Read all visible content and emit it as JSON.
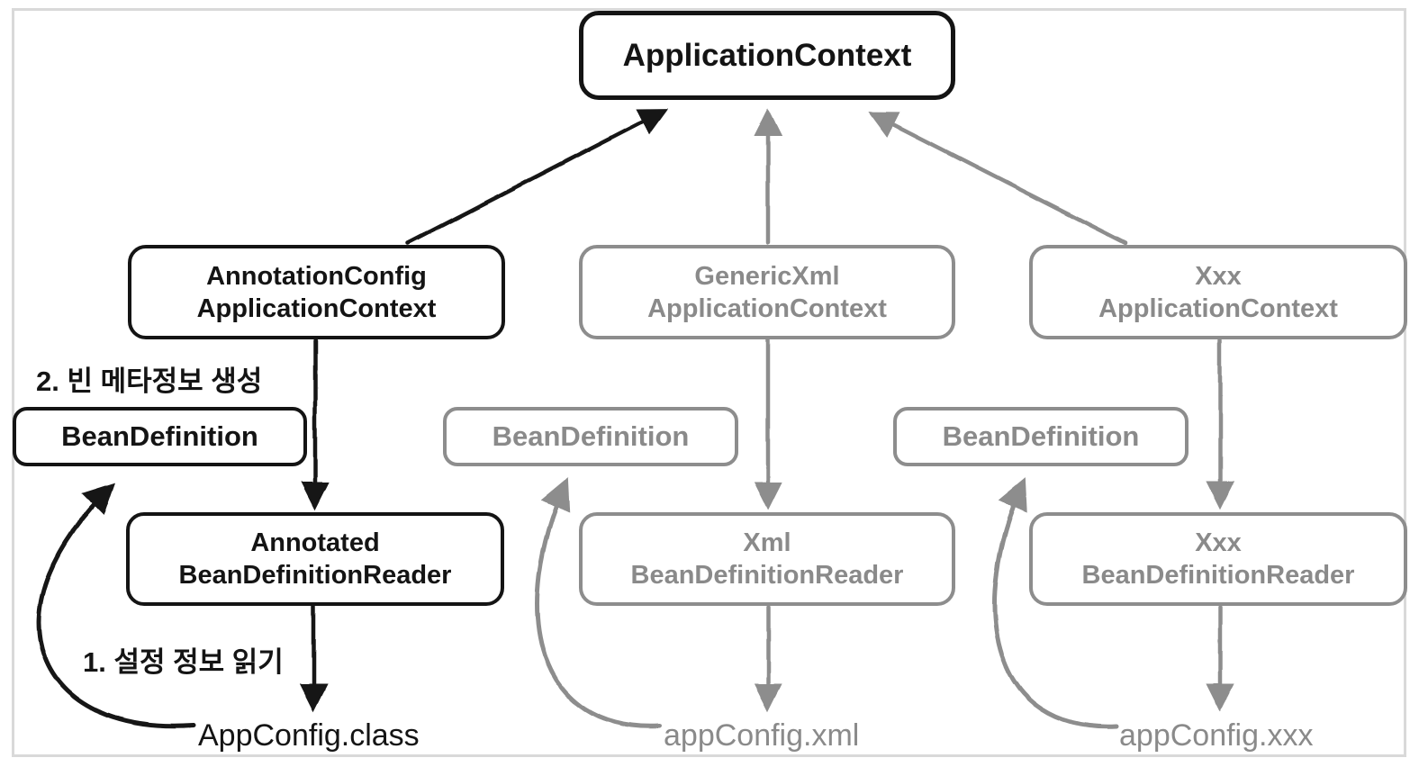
{
  "colors": {
    "primary": "#141414",
    "muted": "#8a8a8a",
    "muted_border": "#8d8d8d",
    "frame": "#d9d9d9",
    "background": "#ffffff"
  },
  "nodes": {
    "application_context": {
      "lines": [
        "ApplicationContext"
      ]
    },
    "annotation_config_application_context": {
      "lines": [
        "AnnotationConfig",
        "ApplicationContext"
      ]
    },
    "generic_xml_application_context": {
      "lines": [
        "GenericXml",
        "ApplicationContext"
      ]
    },
    "xxx_application_context": {
      "lines": [
        "Xxx",
        "ApplicationContext"
      ]
    },
    "bean_definition_annotation": {
      "lines": [
        "BeanDefinition"
      ]
    },
    "bean_definition_xml": {
      "lines": [
        "BeanDefinition"
      ]
    },
    "bean_definition_xxx": {
      "lines": [
        "BeanDefinition"
      ]
    },
    "annotated_bean_definition_reader": {
      "lines": [
        "Annotated",
        "BeanDefinitionReader"
      ]
    },
    "xml_bean_definition_reader": {
      "lines": [
        "Xml",
        "BeanDefinitionReader"
      ]
    },
    "xxx_bean_definition_reader": {
      "lines": [
        "Xxx",
        "BeanDefinitionReader"
      ]
    }
  },
  "annotations": {
    "step2": "2. 빈 메타정보 생성",
    "step1": "1. 설정 정보 읽기"
  },
  "files": {
    "app_config_class": "AppConfig.class",
    "app_config_xml": "appConfig.xml",
    "app_config_xxx": "appConfig.xxx"
  }
}
